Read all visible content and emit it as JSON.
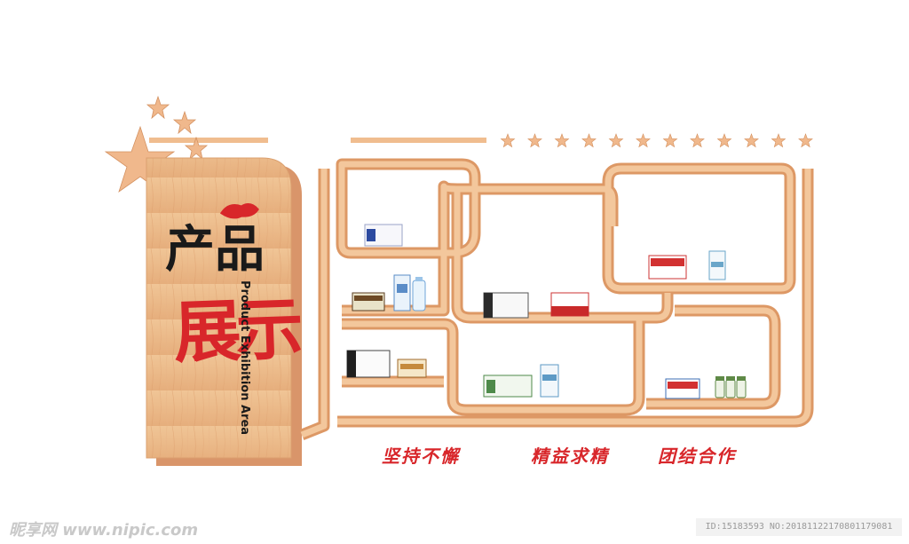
{
  "sign": {
    "title_top": "产品",
    "title_bottom": "展示",
    "subtitle_en": "Product Exhibition Area"
  },
  "slogans": [
    "坚持不懈",
    "精益求精",
    "团结合作"
  ],
  "watermark": {
    "brand": "昵享网 www.nipic.com",
    "id_text": "ID:15183593 NO:20181122170801179081"
  },
  "colors": {
    "wood_light": "#f4c79d",
    "wood_mid": "#e9a878",
    "wood_dark": "#c88457",
    "red": "#d8262a",
    "star": "#f0b88c"
  }
}
